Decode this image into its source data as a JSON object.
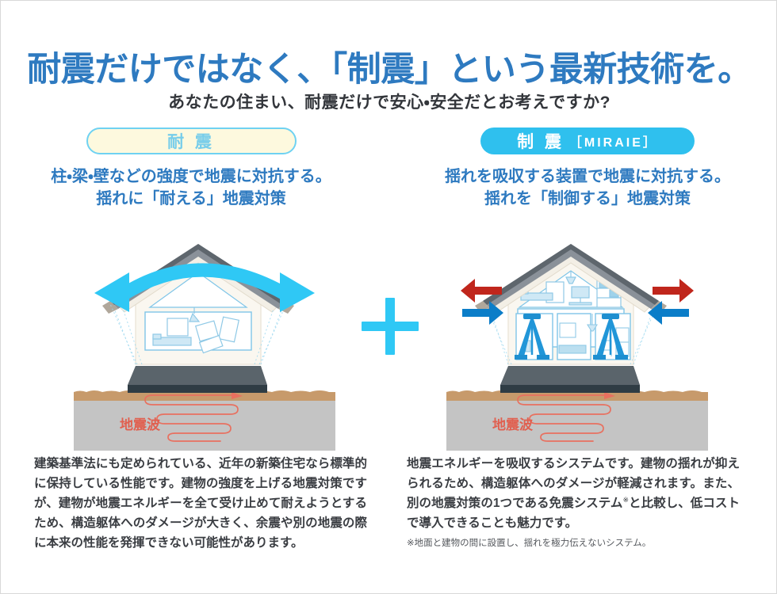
{
  "header": {
    "title": "耐震だけではなく、「制震」という最新技術を。",
    "subtitle": "あなたの住まい、耐震だけで安心・安全だとお考えですか?"
  },
  "colors": {
    "title_blue": "#2E7AC0",
    "lead_blue": "#2E7AC0",
    "cyan": "#2FC0EE",
    "plus_cyan": "#2FC8F5",
    "badge_cream": "#FDF9DE",
    "badge_border": "#6FD2F2",
    "arrow_red": "#C0261C",
    "arrow_blue": "#0B7DC8",
    "wave_red": "#E8705F",
    "soil_brown": "#C79A6B",
    "subsoil_gray": "#C4C4C4",
    "foundation_gray": "#5A646B",
    "roof_gray": "#8A9199",
    "body_text": "#3a3d42"
  },
  "columns": {
    "left": {
      "badge_label": "耐 震",
      "lead_line1": "柱・梁・壁などの強度で地震に対抗する。",
      "lead_line2": "揺れに「耐える」地震対策",
      "wave_label": "地震波",
      "body": "建築基準法にも定められている、近年の新築住宅なら標準的に保持している性能です。建物の強度を上げる地震対策ですが、建物が地震エネルギーを全て受け止めて耐えようとするため、構造躯体へのダメージが大きく、余震や別の地震の際に本来の性能を発揮できない可能性があります。"
    },
    "right": {
      "badge_label": "制 震",
      "badge_brand": "［MIRAIE］",
      "lead_line1": "揺れを吸収する装置で地震に対抗する。",
      "lead_line2": "揺れを「制御する」地震対策",
      "wave_label": "地震波",
      "body_part1": "地震エネルギーを吸収するシステムです。建物の揺れが抑えられるため、構造躯体へのダメージが軽減されます。また、別の地震対策の1つである免震システム",
      "body_sup": "※",
      "body_part2": "と比較し、低コストで導入できることも魅力です。",
      "footnote": "※地面と建物の間に設置し、揺れを極力伝えないシステム。"
    }
  },
  "separator": {
    "symbol": "plus"
  }
}
